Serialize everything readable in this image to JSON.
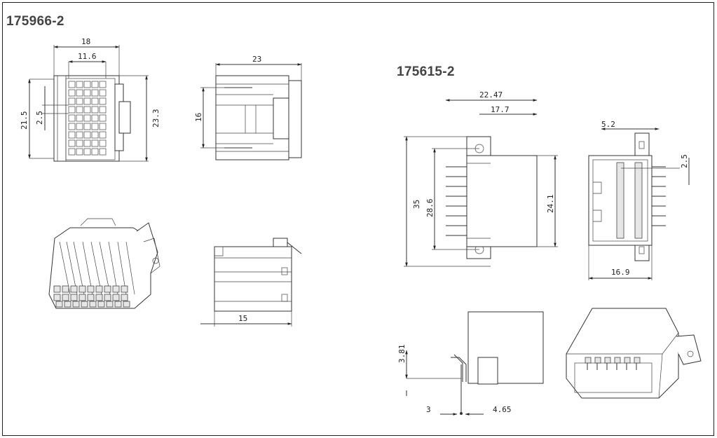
{
  "parts": [
    {
      "part_number": "175966-2"
    },
    {
      "part_number": "175615-2"
    }
  ],
  "dimensions_175966": {
    "width_18": "18",
    "width_11_6": "11.6",
    "height_21_5": "21.5",
    "pitch_2_5": "2.5",
    "height_23_3": "23.3",
    "side_23": "23",
    "side_16": "16",
    "bottom_15": "15"
  },
  "dimensions_175615": {
    "width_22_47": "22.47",
    "width_17_7": "17.7",
    "height_35": "35",
    "height_28_6": "28.6",
    "height_24_1": "24.1",
    "offset_5_2": "5.2",
    "pitch_2_5": "2.5",
    "width_16_9": "16.9",
    "height_3_81": "3.81",
    "pin_3": "3",
    "pin_4_65": "4.65"
  }
}
